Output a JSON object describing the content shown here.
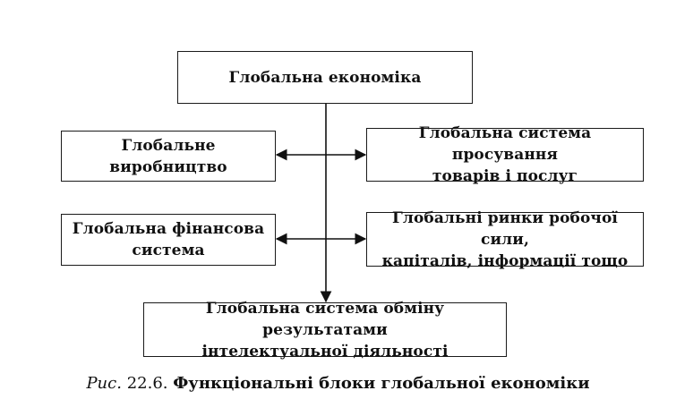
{
  "diagram": {
    "root": "Глобальна економіка",
    "left_top": "Глобальне виробництво",
    "right_top": "Глобальна система просування\nтоварів і послуг",
    "left_middle": "Глобальна фінансова\nсистема",
    "right_middle": "Глобальні ринки робочої сили,\nкапіталів, інформації тощо",
    "bottom": "Глобальна система обміну результатами\nінтелектуальної діяльності"
  },
  "caption": {
    "prefix": "Рис.",
    "number": "22.6.",
    "title": "Функціональні блоки глобальної економіки"
  }
}
